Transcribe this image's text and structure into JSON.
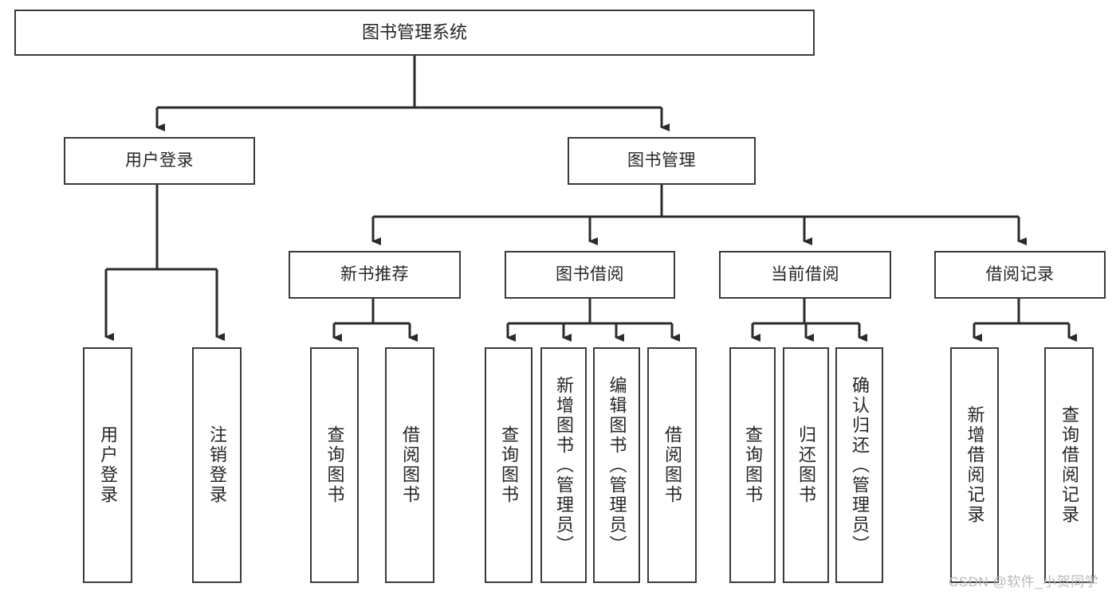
{
  "diagram": {
    "title": "图书管理系统",
    "type": "hierarchy-tree",
    "colors": {
      "box_border": "#3a3a3a",
      "box_fill": "#ffffff",
      "connector": "#2b2b2b",
      "text": "#262626",
      "watermark": "#b9b9b9",
      "background": "#ffffff"
    },
    "root": {
      "label": "图书管理系统"
    },
    "level1": [
      {
        "label": "用户登录"
      },
      {
        "label": "图书管理"
      }
    ],
    "level2": [
      {
        "label": "新书推荐"
      },
      {
        "label": "图书借阅"
      },
      {
        "label": "当前借阅"
      },
      {
        "label": "借阅记录"
      }
    ],
    "leaves": {
      "user_login": [
        {
          "label": "用户登录"
        },
        {
          "label": "注销登录"
        }
      ],
      "new_book_recommend": [
        {
          "label": "查询图书"
        },
        {
          "label": "借阅图书"
        }
      ],
      "book_borrow": [
        {
          "label": "查询图书"
        },
        {
          "label": "新增图书（管理员）"
        },
        {
          "label": "编辑图书（管理员）"
        },
        {
          "label": "借阅图书"
        }
      ],
      "current_borrow": [
        {
          "label": "查询图书"
        },
        {
          "label": "归还图书"
        },
        {
          "label": "确认归还（管理员）"
        }
      ],
      "borrow_record": [
        {
          "label": "新增借阅记录"
        },
        {
          "label": "查询借阅记录"
        }
      ]
    },
    "watermark": "CSDN @软件_小贺同学"
  }
}
